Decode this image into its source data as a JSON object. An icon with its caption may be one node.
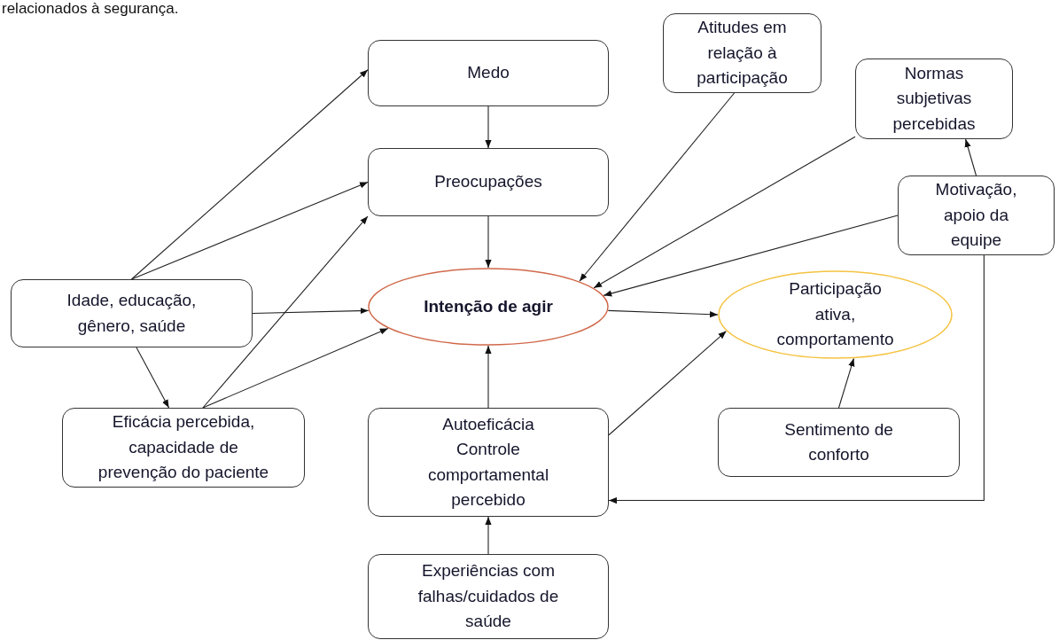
{
  "diagram": {
    "nodes": [
      {
        "text": [
          "Medo"
        ]
      },
      {
        "text": [
          "Preocupações"
        ]
      },
      {
        "text": [
          "Atitudes em relação à participação"
        ]
      },
      {
        "text": [
          "Normas subjetivas percebidas"
        ]
      },
      {
        "text": [
          "Motivação, apoio da equipe"
        ]
      },
      {
        "text": [
          "Idade, educação, gênero, saúde"
        ]
      },
      {
        "text": [
          "Intenção de agir"
        ]
      },
      {
        "text": [
          "Participação ativa, comportamento"
        ]
      },
      {
        "text": [
          "Eficácia percebida, capacidade de prevenção do paciente"
        ]
      },
      {
        "text": [
          "Autoeficácia",
          "Controle comportamental percebido"
        ]
      },
      {
        "text": [
          "Sentimento de conforto"
        ]
      },
      {
        "text": [
          "Experiências com falhas/cuidados de saúde"
        ]
      }
    ],
    "edges": [
      {
        "from": 5,
        "to": 0,
        "arrow": "to"
      },
      {
        "from": 5,
        "to": 1,
        "arrow": "to"
      },
      {
        "from": 5,
        "to": 6,
        "arrow": "to"
      },
      {
        "from": 5,
        "to": 8,
        "arrow": "to"
      },
      {
        "from": 8,
        "to": 1,
        "arrow": "to"
      },
      {
        "from": 8,
        "to": 6,
        "arrow": "to"
      },
      {
        "from": 0,
        "to": 1,
        "arrow": "to"
      },
      {
        "from": 1,
        "to": 6,
        "arrow": "to"
      },
      {
        "from": 2,
        "to": 6,
        "arrow": "to"
      },
      {
        "from": 3,
        "to": 6,
        "arrow": "to"
      },
      {
        "from": 4,
        "to": 6,
        "arrow": "to"
      },
      {
        "from": 4,
        "to": 3,
        "arrow": "to"
      },
      {
        "from": 6,
        "to": 7,
        "arrow": "to"
      },
      {
        "from": 9,
        "to": 6,
        "arrow": "to"
      },
      {
        "from": 9,
        "to": 7,
        "arrow": "to"
      },
      {
        "from": 10,
        "to": 7,
        "arrow": "to"
      },
      {
        "from": 4,
        "to": 9,
        "arrow": "to"
      },
      {
        "from": 11,
        "to": 9,
        "arrow": "to"
      }
    ],
    "labels": [
      "relacionados à segurança."
    ]
  }
}
